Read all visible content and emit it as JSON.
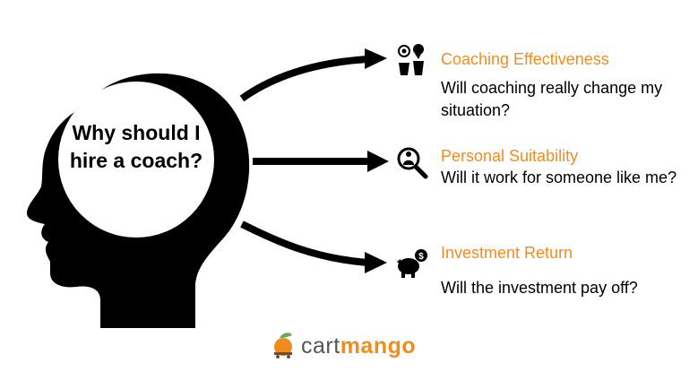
{
  "head": {
    "question": "Why should I hire a coach?"
  },
  "items": [
    {
      "icon": "people-bubble-icon",
      "title": "Coaching Effectiveness",
      "description": "Will coaching really change my situation?"
    },
    {
      "icon": "magnifier-person-icon",
      "title": "Personal Suitability",
      "description": "Will it work for someone like me?"
    },
    {
      "icon": "piggy-bank-dollar-icon",
      "title": "Investment Return",
      "description": "Will the investment pay off?"
    }
  ],
  "logo": {
    "icon": "mango-icon",
    "part_a": "cart",
    "part_b": "mango"
  },
  "colors": {
    "accent": "#f08c1f",
    "text": "#000000",
    "logo_grey": "#555555"
  }
}
